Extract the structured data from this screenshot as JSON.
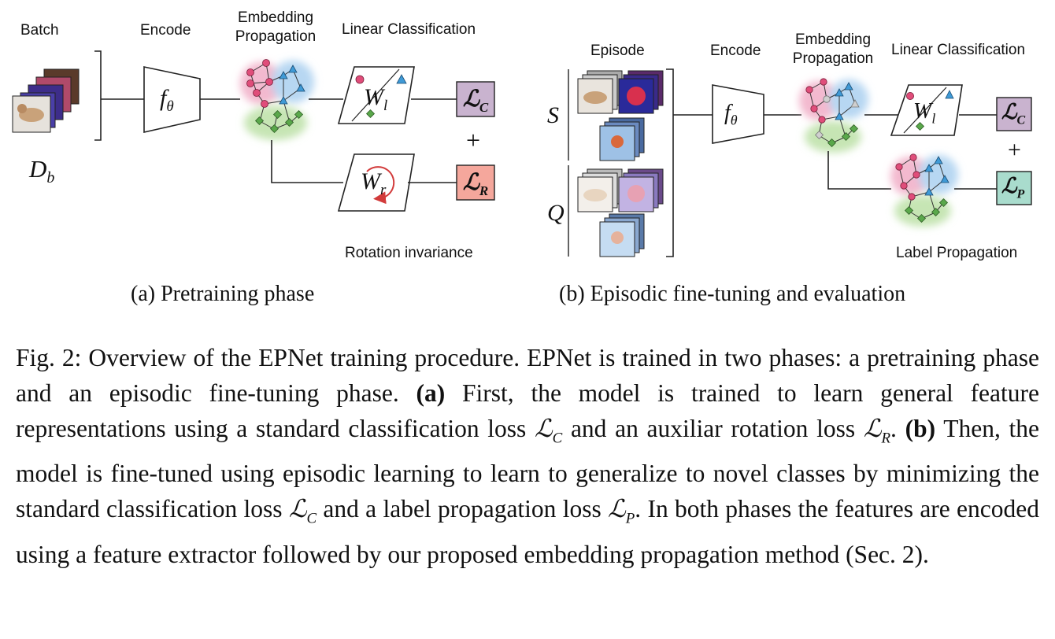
{
  "panel_a": {
    "batch_label": "Batch",
    "encode_label": "Encode",
    "embedding_label_line1": "Embedding",
    "embedding_label_line2": "Propagation",
    "linear_label": "Linear Classification",
    "rotation_label": "Rotation invariance",
    "db_symbol": "D",
    "db_sub": "b",
    "encoder_symbol": "f",
    "encoder_sub": "θ",
    "wl_symbol": "W",
    "wl_sub": "l",
    "wr_symbol": "W",
    "wr_sub": "r",
    "loss_c": "ℒ",
    "loss_c_sub": "C",
    "loss_r": "ℒ",
    "loss_r_sub": "R",
    "plus": "+",
    "caption": "(a) Pretraining phase"
  },
  "panel_b": {
    "episode_label": "Episode",
    "encode_label": "Encode",
    "embedding_label_line1": "Embedding",
    "embedding_label_line2": "Propagation",
    "linear_label": "Linear Classification",
    "label_prop_label": "Label Propagation",
    "s_symbol": "S",
    "q_symbol": "Q",
    "encoder_symbol": "f",
    "encoder_sub": "θ",
    "wl_symbol": "W",
    "wl_sub": "l",
    "loss_c": "ℒ",
    "loss_c_sub": "C",
    "loss_p": "ℒ",
    "loss_p_sub": "P",
    "plus": "+",
    "caption": "(b) Episodic fine-tuning and evaluation"
  },
  "colors": {
    "loss_c_box": "#c9b3cf",
    "loss_r_box": "#f5a79c",
    "loss_p_box": "#a9dccd",
    "node_red": "#e04d7a",
    "node_blue": "#3f9ad6",
    "node_green": "#5aa84b",
    "blob_red": "#f3b9cf",
    "blob_blue": "#b7d7f2",
    "blob_green": "#c6e5b4",
    "rotation_arrow": "#d23b3b"
  },
  "caption": {
    "fig": "Fig. 2:",
    "t1": " Overview of the EPNet training procedure. EPNet is trained in two phases: a pretraining phase and an episodic fine-tuning phase. ",
    "a": "(a)",
    "t2": " First, the model is trained to learn general feature representations using a standard classification loss ",
    "t3": " and an auxiliar rotation loss ",
    "t4": ". ",
    "b": "(b)",
    "t5": " Then, the model is fine-tuned using episodic learning to learn to generalize to novel classes by minimizing the standard classification loss ",
    "t6": " and a label propagation loss ",
    "t7": ". In both phases the features are encoded using a feature extractor followed by our proposed embedding propagation method (Sec. 2).",
    "loss_symbol": "ℒ",
    "sub_c": "C",
    "sub_r": "R",
    "sub_p": "P"
  }
}
